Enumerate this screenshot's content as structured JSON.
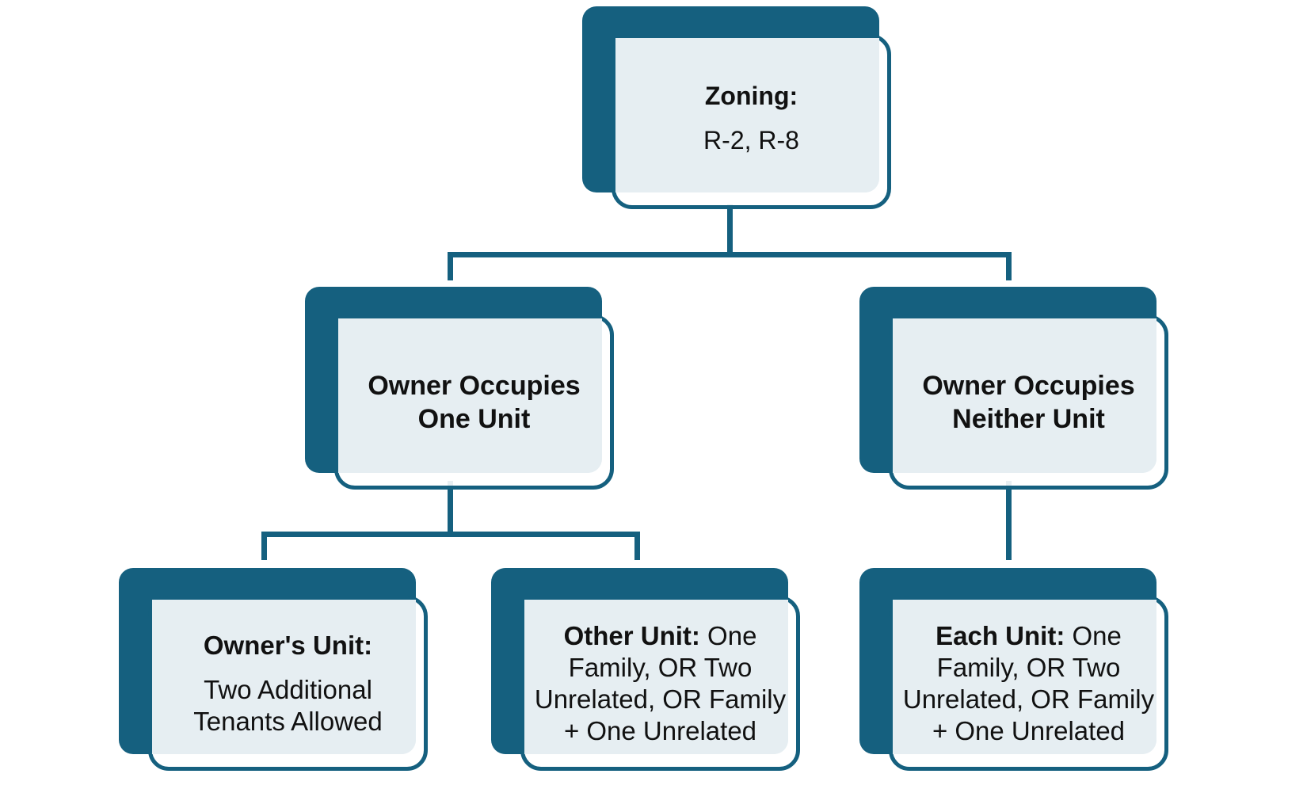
{
  "colors": {
    "primary": "#15607f",
    "panel": "#e6eef2",
    "text": "#111111"
  },
  "nodes": {
    "zoning": {
      "title": "Zoning:",
      "body": "R-2, R-8"
    },
    "owner_one": {
      "title": "Owner Occupies One Unit"
    },
    "owner_neither": {
      "title": "Owner Occupies Neither Unit"
    },
    "owner_unit": {
      "title": "Owner's Unit:",
      "body": "Two Additional Tenants Allowed"
    },
    "other_unit": {
      "title": "Other Unit:",
      "body": " One Family, OR Two Unrelated, OR Family + One Unrelated"
    },
    "each_unit": {
      "title": "Each Unit:",
      "body": " One Family, OR Two Unrelated, OR Family + One Unrelated"
    }
  }
}
